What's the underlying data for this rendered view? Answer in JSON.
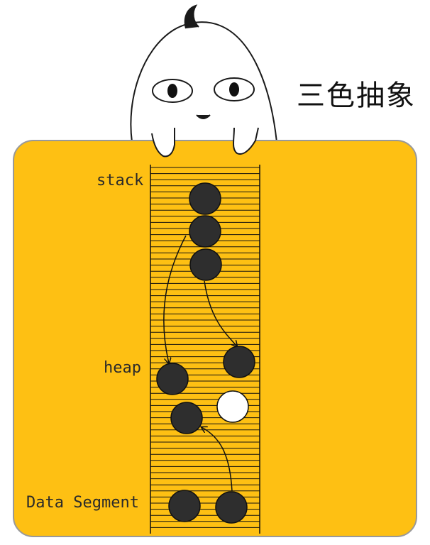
{
  "title": "三色抽象",
  "regions": {
    "stack": "stack",
    "heap": "heap",
    "data_segment": "Data Segment"
  },
  "colors": {
    "background": "#fec013",
    "panel_border": "#999999",
    "object_black": "#2e2e2e",
    "object_white": "#ffffff",
    "lines": "#111111"
  },
  "objects": [
    {
      "id": "stack-1",
      "region": "stack",
      "color": "black"
    },
    {
      "id": "stack-2",
      "region": "stack",
      "color": "black"
    },
    {
      "id": "stack-3",
      "region": "stack",
      "color": "black"
    },
    {
      "id": "heap-1",
      "region": "heap",
      "color": "black"
    },
    {
      "id": "heap-2",
      "region": "heap",
      "color": "black"
    },
    {
      "id": "heap-3",
      "region": "heap",
      "color": "black"
    },
    {
      "id": "heap-4",
      "region": "heap",
      "color": "white"
    },
    {
      "id": "data-1",
      "region": "data_segment",
      "color": "black"
    },
    {
      "id": "data-2",
      "region": "data_segment",
      "color": "black"
    }
  ],
  "references": [
    {
      "from": "stack-2",
      "to": "heap-2"
    },
    {
      "from": "stack-3",
      "to": "heap-1"
    },
    {
      "from": "data-2",
      "to": "heap-3"
    }
  ]
}
